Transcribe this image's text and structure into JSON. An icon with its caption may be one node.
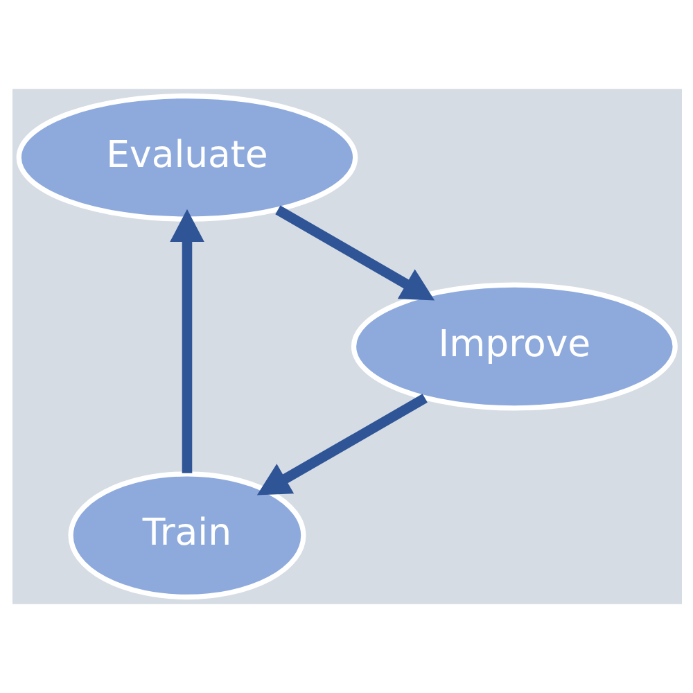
{
  "diagram": {
    "nodes": [
      {
        "text": [
          "Train"
        ]
      },
      {
        "text": [
          "Evaluate"
        ]
      },
      {
        "text": [
          "Improve"
        ]
      }
    ],
    "edges": [
      {
        "from": 0,
        "to": 1,
        "arrow": "to"
      },
      {
        "from": 1,
        "to": 2,
        "arrow": "to"
      },
      {
        "from": 2,
        "to": 0,
        "arrow": "to"
      }
    ]
  }
}
